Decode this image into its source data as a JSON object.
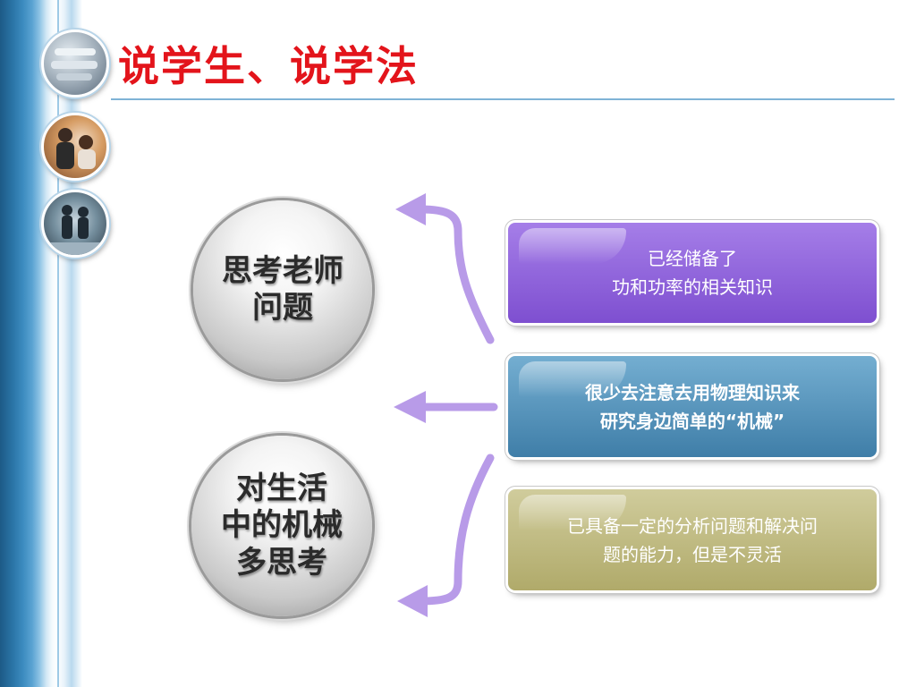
{
  "title": "说学生、说学法",
  "spheres": [
    {
      "label": "思考老师\n问题"
    },
    {
      "label": "对生活\n中的机械\n多思考"
    }
  ],
  "boxes": [
    {
      "text": "已经储备了\n功和功率的相关知识",
      "color": "#8e62dc"
    },
    {
      "text": "很少去注意去用物理知识来\n研究身边简单的“机械”",
      "color": "#5793bd"
    },
    {
      "text": "已具备一定的分析问题和解决问\n题的能力，但是不灵活",
      "color": "#c0bb83"
    }
  ],
  "colors": {
    "title": "#e3141b",
    "arrow": "#b89be8",
    "rule": "#7fb3d6"
  },
  "icons": [
    "photo-thumbnail-icon",
    "people-photo-icon",
    "walking-people-photo-icon",
    "arrow-left-icon"
  ]
}
